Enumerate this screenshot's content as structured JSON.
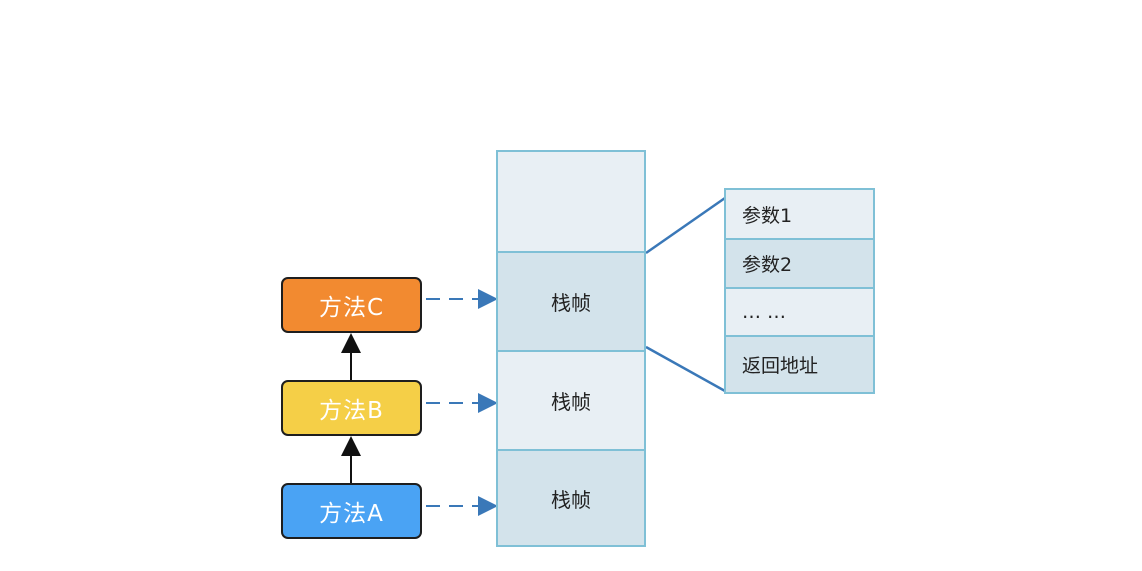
{
  "methods": {
    "c": "方法C",
    "b": "方法B",
    "a": "方法A"
  },
  "stack": {
    "frame_c": "栈帧",
    "frame_b": "栈帧",
    "frame_a": "栈帧"
  },
  "frame_detail": {
    "rows": [
      "参数1",
      "参数2",
      "… …",
      "返回地址"
    ]
  },
  "colors": {
    "method_c": "#f28a30",
    "method_b": "#f5cf47",
    "method_a": "#4aa3f4",
    "arrow": "#3a78b8",
    "border": "#7fc0d6"
  }
}
